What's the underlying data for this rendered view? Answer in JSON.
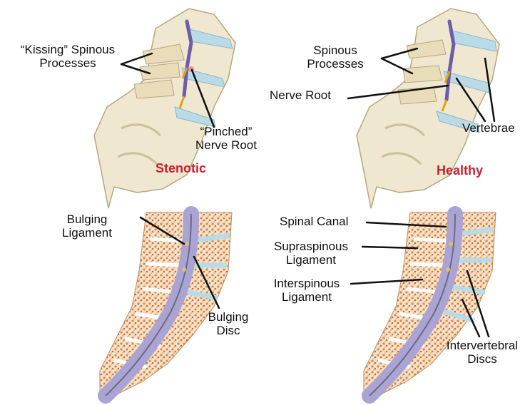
{
  "figure": {
    "stenotic": {
      "condition_label": "Stenotic",
      "kissing_spinous_processes": "“Kissing” Spinous\nProcesses",
      "pinched_nerve_root": "“Pinched”\nNerve Root",
      "bulging_ligament": "Bulging\nLigament",
      "bulging_disc": "Bulging\nDisc"
    },
    "healthy": {
      "condition_label": "Healthy",
      "spinous_processes": "Spinous\nProcesses",
      "nerve_root": "Nerve Root",
      "vertebrae": "Vertebrae",
      "spinal_canal": "Spinal Canal",
      "supraspinous_ligament": "Supraspinous\nLigament",
      "interspinous_ligament": "Interspinous\nLigament",
      "intervertebral_discs": "Intervertebral\nDiscs"
    },
    "colors": {
      "bone": "#efe7cf",
      "bone_shadow": "#cdbf9a",
      "disc": "#b9dbe8",
      "nerve": "#6e5ca8",
      "nerve_root": "#e0a21a",
      "marrow": "#d8874a",
      "canal": "#a9a4d4",
      "label_red": "#c8202f"
    }
  }
}
